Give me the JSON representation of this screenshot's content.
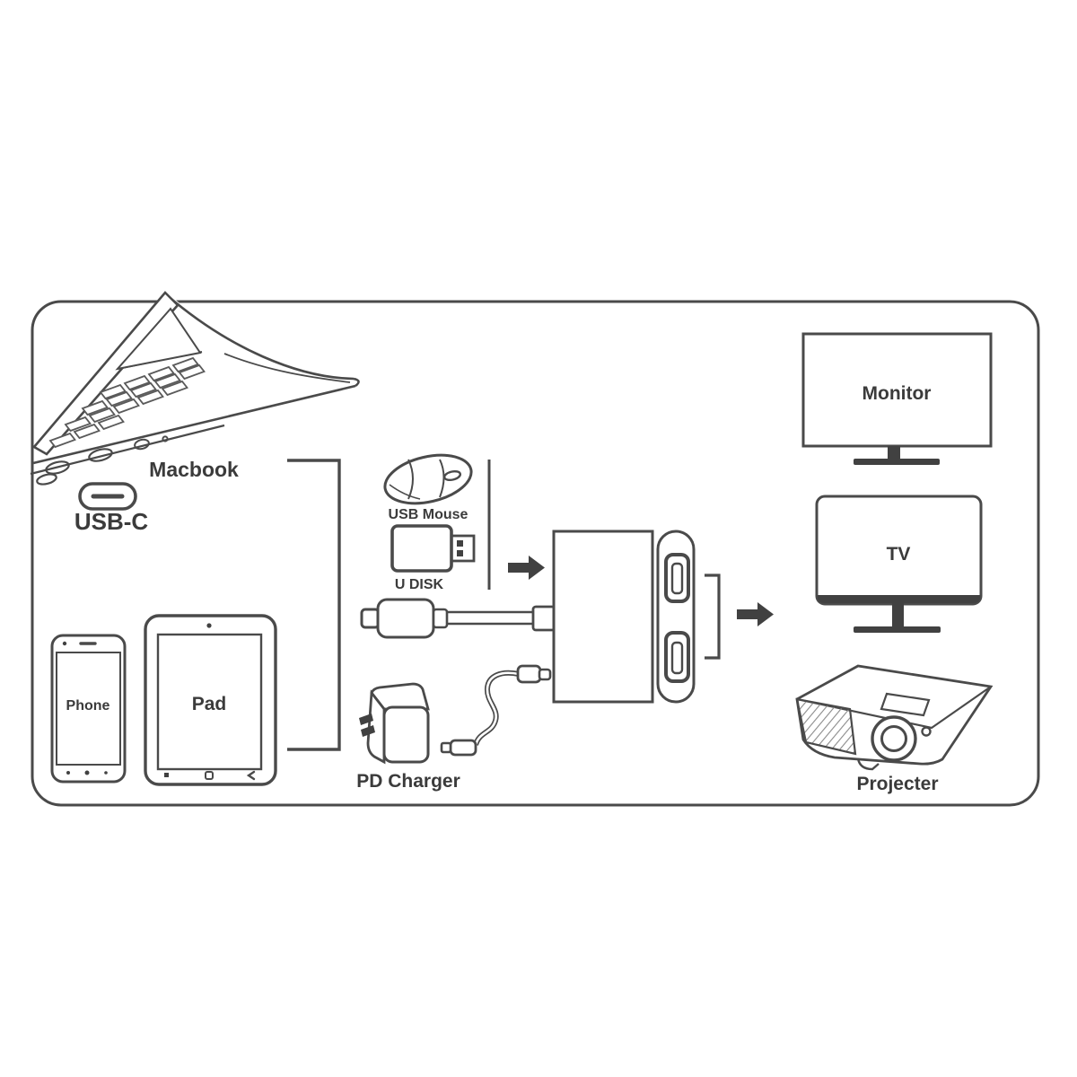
{
  "diagram": {
    "type": "usb-c-hub-connection-diagram",
    "labels": {
      "macbook": "Macbook",
      "usb_c": "USB-C",
      "phone": "Phone",
      "pad": "Pad",
      "usb_mouse": "USB Mouse",
      "u_disk": "U DISK",
      "pd_charger": "PD Charger",
      "monitor": "Monitor",
      "tv": "TV",
      "projector": "Projecter"
    },
    "colors": {
      "line": "#4a4a4a",
      "dark_fill": "#414141",
      "text": "#3b3b3b",
      "background": "#ffffff"
    }
  }
}
